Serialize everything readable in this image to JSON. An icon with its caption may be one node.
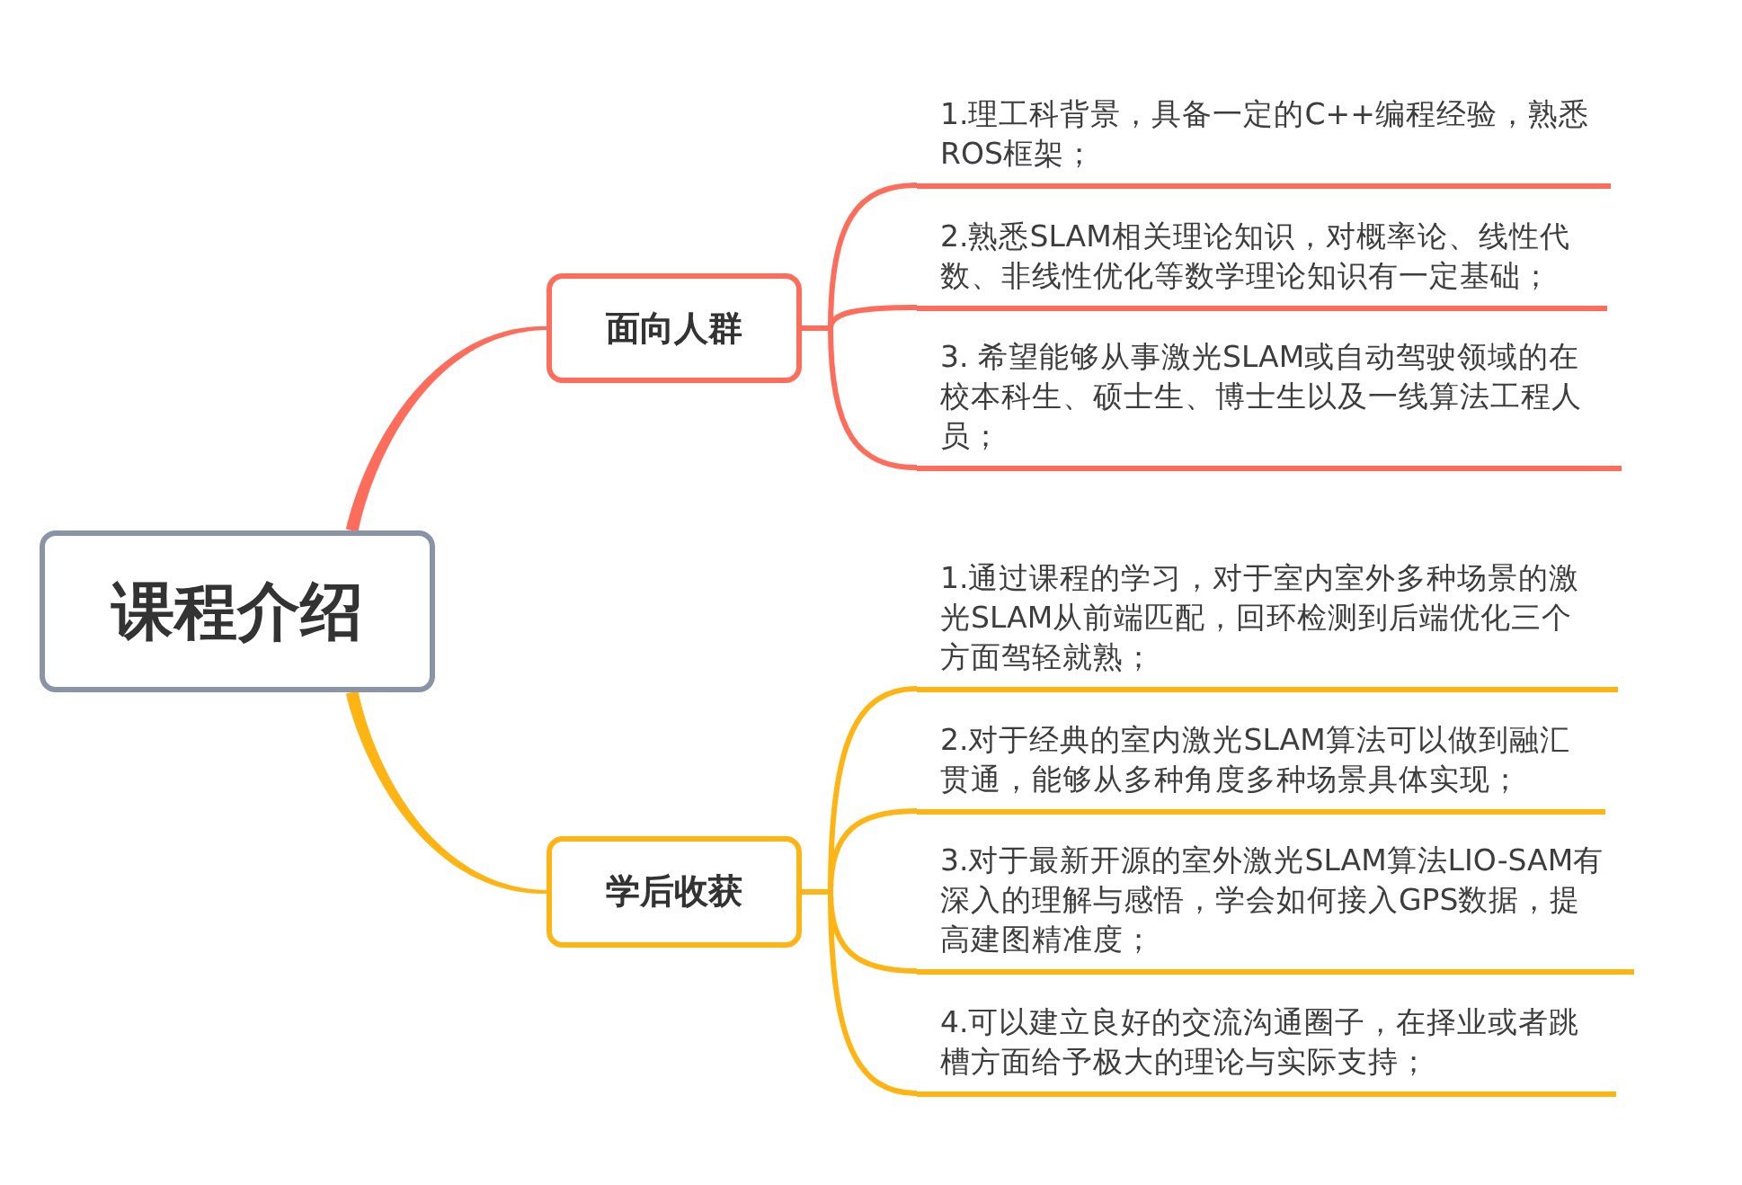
{
  "diagram": {
    "nodes": [
      {
        "text": [
          "课程介绍"
        ]
      },
      {
        "text": [
          "面向人群"
        ]
      },
      {
        "text": [
          "1.理工科背景，具备一定的C++编程经验，熟悉ROS框架；"
        ]
      },
      {
        "text": [
          "2.熟悉SLAM相关理论知识，对概率论、线性代数、非线性优化等数学理论知识有一定基础；"
        ]
      },
      {
        "text": [
          "3. 希望能够从事激光SLAM或自动驾驶领域的在校本科生、硕士生、博士生以及一线算法工程人员；"
        ]
      },
      {
        "text": [
          "学后收获"
        ]
      },
      {
        "text": [
          "1.通过课程的学习，对于室内室外多种场景的激光SLAM从前端匹配，回环检测到后端优化三个方面驾轻就熟；"
        ]
      },
      {
        "text": [
          "2.对于经典的室内激光SLAM算法可以做到融汇贯通，能够从多种角度多种场景具体实现；"
        ]
      },
      {
        "text": [
          "3.对于最新开源的室外激光SLAM算法LIO-SAM有深入的理解与感悟，学会如何接入GPS数据，提高建图精准度；"
        ]
      },
      {
        "text": [
          "4.可以建立良好的交流沟通圈子，在择业或者跳槽方面给予极大的理论与实际支持；"
        ]
      }
    ],
    "edges": [
      {
        "from": 0,
        "to": 1,
        "arrow": "none",
        "style": "thick",
        "color": "#fe6c5b"
      },
      {
        "from": 0,
        "to": 5,
        "arrow": "none",
        "style": "thick"
      },
      {
        "from": 1,
        "to": 2,
        "arrow": "none",
        "color": "#fe6c5b"
      },
      {
        "from": 1,
        "to": 3,
        "arrow": "none",
        "color": "#fe6c5b"
      },
      {
        "from": 1,
        "to": 4,
        "arrow": "none",
        "color": "#fe6c5b"
      },
      {
        "from": 5,
        "to": 6,
        "arrow": "none"
      },
      {
        "from": 5,
        "to": 7,
        "arrow": "none"
      },
      {
        "from": 5,
        "to": 8,
        "arrow": "none"
      },
      {
        "from": 5,
        "to": 9,
        "arrow": "none"
      }
    ]
  }
}
